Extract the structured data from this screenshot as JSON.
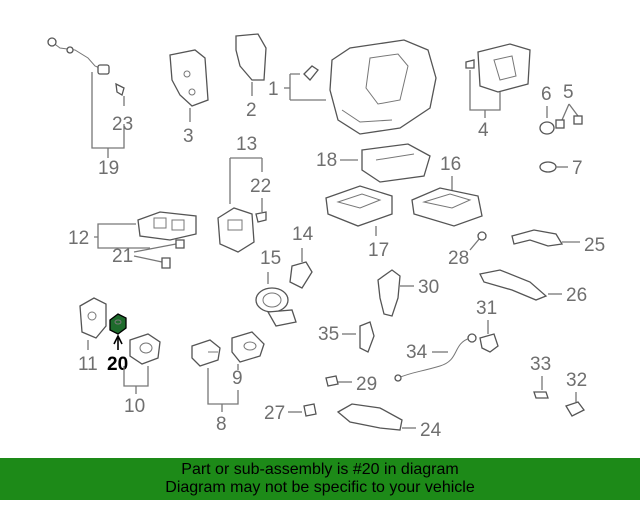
{
  "callouts": {
    "c1": "1",
    "c2": "2",
    "c3": "3",
    "c4": "4",
    "c5": "5",
    "c6": "6",
    "c7": "7",
    "c8": "8",
    "c9": "9",
    "c10": "10",
    "c11": "11",
    "c12": "12",
    "c13": "13",
    "c14": "14",
    "c15": "15",
    "c16": "16",
    "c17": "17",
    "c18": "18",
    "c19": "19",
    "c20": "20",
    "c21": "21",
    "c22": "22",
    "c23": "23",
    "c24": "24",
    "c25": "25",
    "c26": "26",
    "c27": "27",
    "c28": "28",
    "c29": "29",
    "c30": "30",
    "c31": "31",
    "c32": "32",
    "c33": "33",
    "c34": "34",
    "c35": "35"
  },
  "highlight": {
    "part": "20",
    "color": "#1d8a18"
  },
  "banner": {
    "line1": "Part or sub-assembly is #20 in diagram",
    "line2": "Diagram may not be specific to your vehicle",
    "color": "#1d8a18"
  }
}
